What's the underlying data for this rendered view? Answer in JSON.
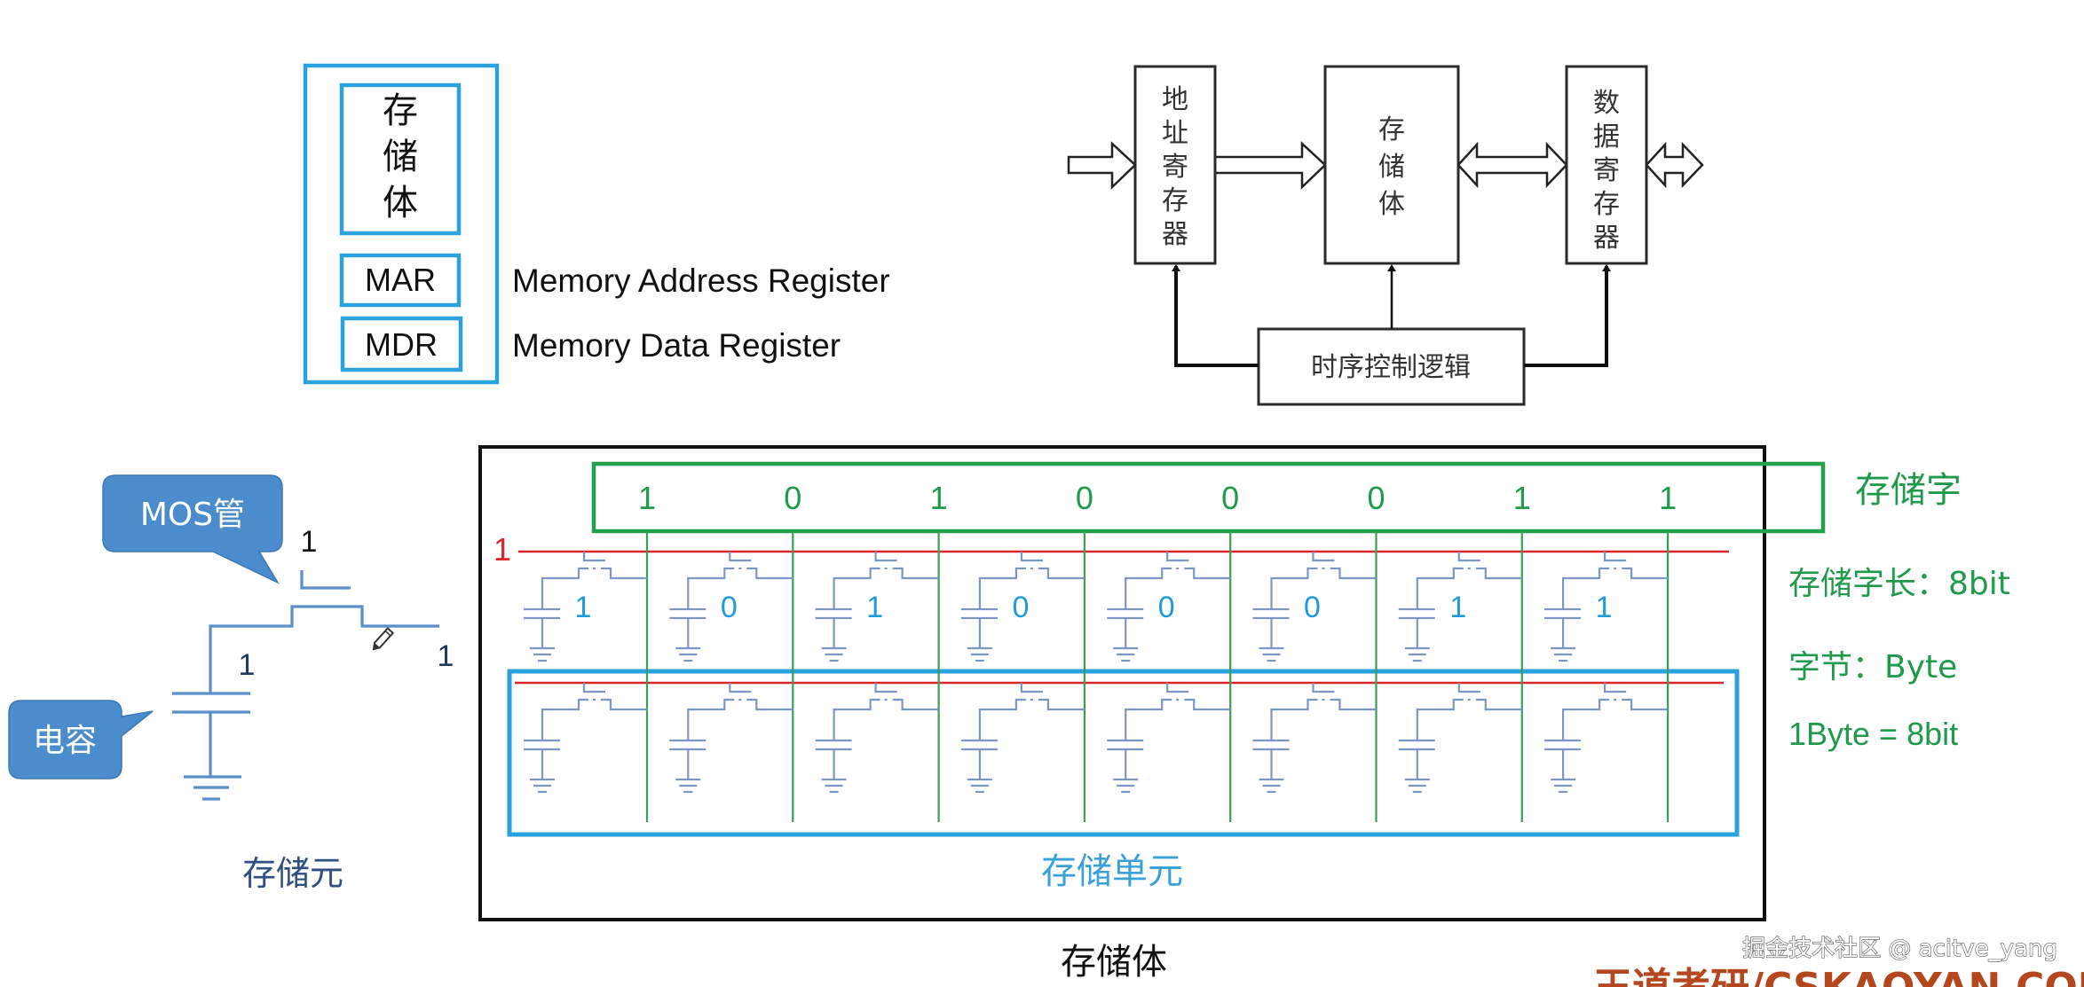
{
  "slide": {
    "register_panel": {
      "memory_body_label": [
        "存",
        "储",
        "体"
      ],
      "mar_label": "MAR",
      "mdr_label": "MDR",
      "mar_full": "Memory Address Register",
      "mdr_full": "Memory Data Register"
    },
    "block_diagram": {
      "address_register": [
        "地",
        "址",
        "寄",
        "存",
        "器"
      ],
      "memory_body": [
        "存",
        "储",
        "体"
      ],
      "data_register": [
        "数",
        "据",
        "寄",
        "存",
        "器"
      ],
      "timing_control": "时序控制逻辑"
    },
    "storage_element": {
      "mos_callout": "MOS管",
      "capacitor_callout": "电容",
      "gate_value": "1",
      "capacitor_value": "1",
      "bitline_value": "1",
      "caption": "存储元"
    },
    "storage_array": {
      "word_line_value": "1",
      "word_bits": [
        "1",
        "0",
        "1",
        "0",
        "0",
        "0",
        "1",
        "1"
      ],
      "cell_values_row1": [
        "1",
        "0",
        "1",
        "0",
        "0",
        "0",
        "1",
        "1"
      ],
      "storage_word_label": "存储字",
      "storage_unit_label": "存储单元",
      "caption": "存储体"
    },
    "notes": {
      "word_length": "存储字长：8bit",
      "byte": "字节：Byte",
      "byte_eq": "1Byte = 8bit"
    },
    "watermark": "掘金技术社区 @ acitve_yang",
    "footer_brand": "王道考研/CSKAOYAN.COM"
  },
  "colors": {
    "accent_blue": "#2aa2dd",
    "word_green": "#1f9a4b",
    "word_line_red": "#d9262b",
    "callout_blue": "#4a8ccc",
    "footer_orange": "#b4471e"
  }
}
